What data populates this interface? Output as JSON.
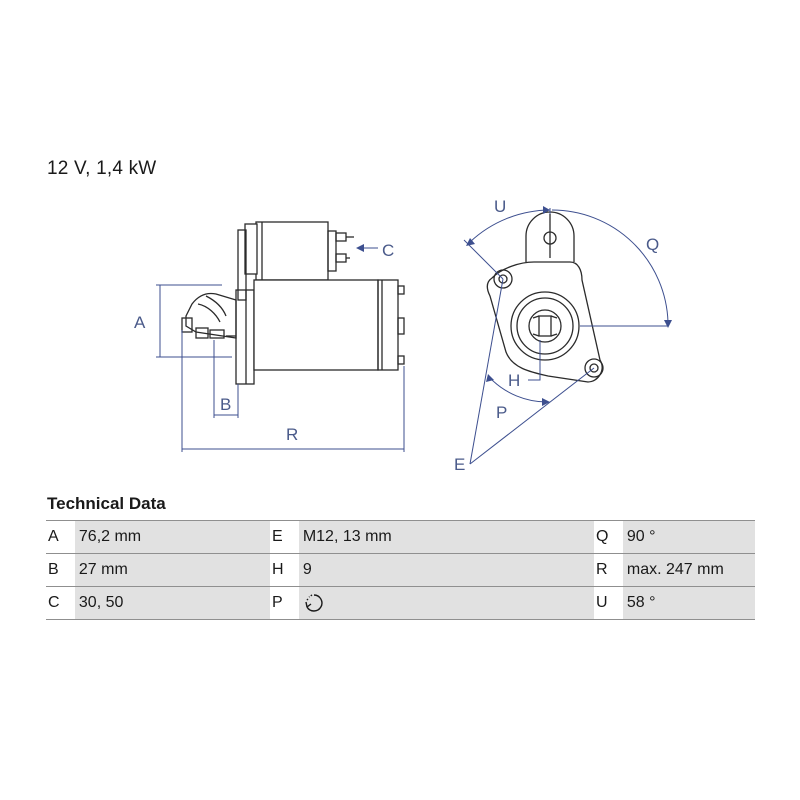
{
  "spec_title": "12 V, 1,4 kW",
  "drawing": {
    "side_labels": {
      "a": "A",
      "b": "B",
      "c": "C",
      "r": "R"
    },
    "front_labels": {
      "u": "U",
      "q": "Q",
      "h": "H",
      "p": "P",
      "e": "E"
    },
    "line_color": "#2b2b2b",
    "dimension_color": "#3d4f8f"
  },
  "technical_data": {
    "heading": "Technical Data",
    "rows": [
      [
        {
          "key": "A",
          "value": "76,2 mm"
        },
        {
          "key": "E",
          "value": "M12, 13 mm"
        },
        {
          "key": "Q",
          "value": "90 °"
        }
      ],
      [
        {
          "key": "B",
          "value": "27 mm"
        },
        {
          "key": "H",
          "value": "9"
        },
        {
          "key": "R",
          "value": "max. 247 mm"
        }
      ],
      [
        {
          "key": "C",
          "value": "30, 50"
        },
        {
          "key": "P",
          "value": "",
          "icon": "rotation-direction-icon"
        },
        {
          "key": "U",
          "value": "58 °"
        }
      ]
    ]
  }
}
